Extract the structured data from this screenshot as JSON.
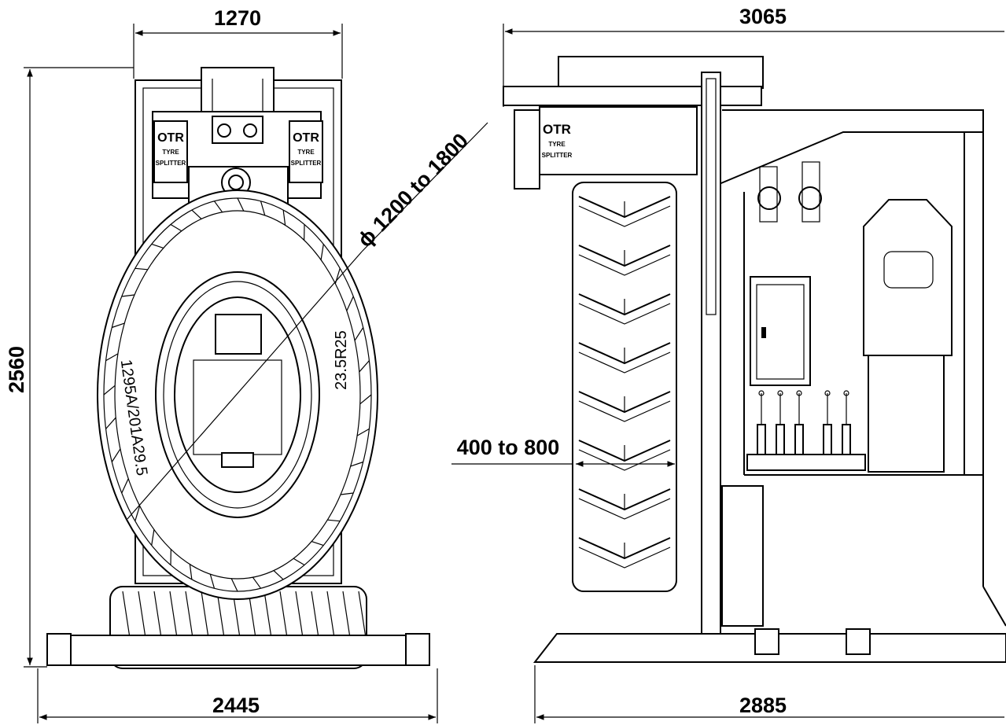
{
  "front_view": {
    "width_top": "1270",
    "height": "2560",
    "width_bottom": "2445",
    "diameter_label": "ϕ 1200 to 1800",
    "tire_marking_right": "23.5R25",
    "tire_marking_left": "1295A/201A29.5",
    "plate_left": {
      "line1": "OTR",
      "line2": "TYRE",
      "line3": "SPLITTER"
    },
    "plate_right": {
      "line1": "OTR",
      "line2": "TYRE",
      "line3": "SPLITTER"
    }
  },
  "side_view": {
    "length_top": "3065",
    "length_bottom": "2885",
    "tire_width": "400 to 800",
    "plate": {
      "line1": "OTR",
      "line2": "TYRE",
      "line3": "SPLITTER"
    }
  }
}
